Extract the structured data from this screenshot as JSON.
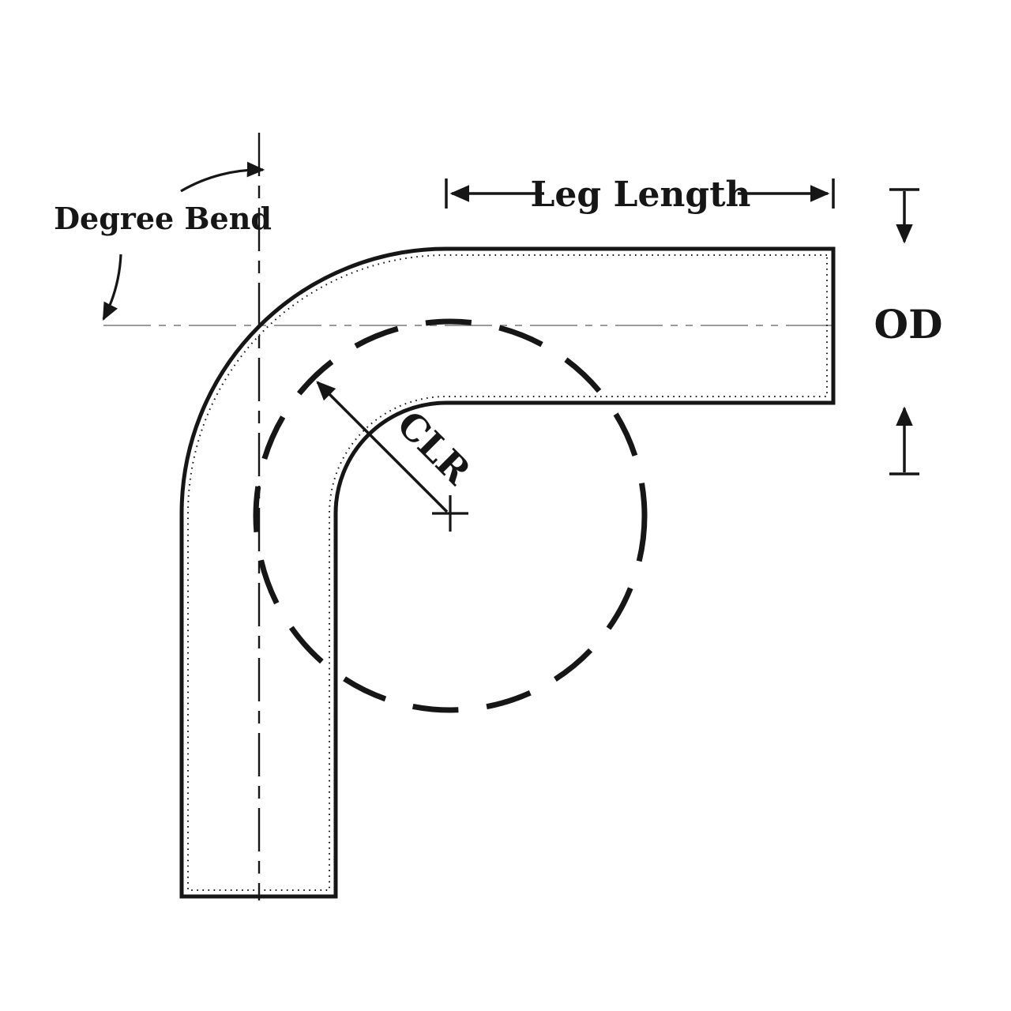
{
  "diagram": {
    "labels": {
      "degree_bend": "Degree Bend",
      "leg_length": "Leg Length",
      "od": "OD",
      "clr": "CLR"
    },
    "colors": {
      "background": "#ffffff",
      "line": "#161616",
      "centerline_gray": "#9b9b9b"
    }
  }
}
